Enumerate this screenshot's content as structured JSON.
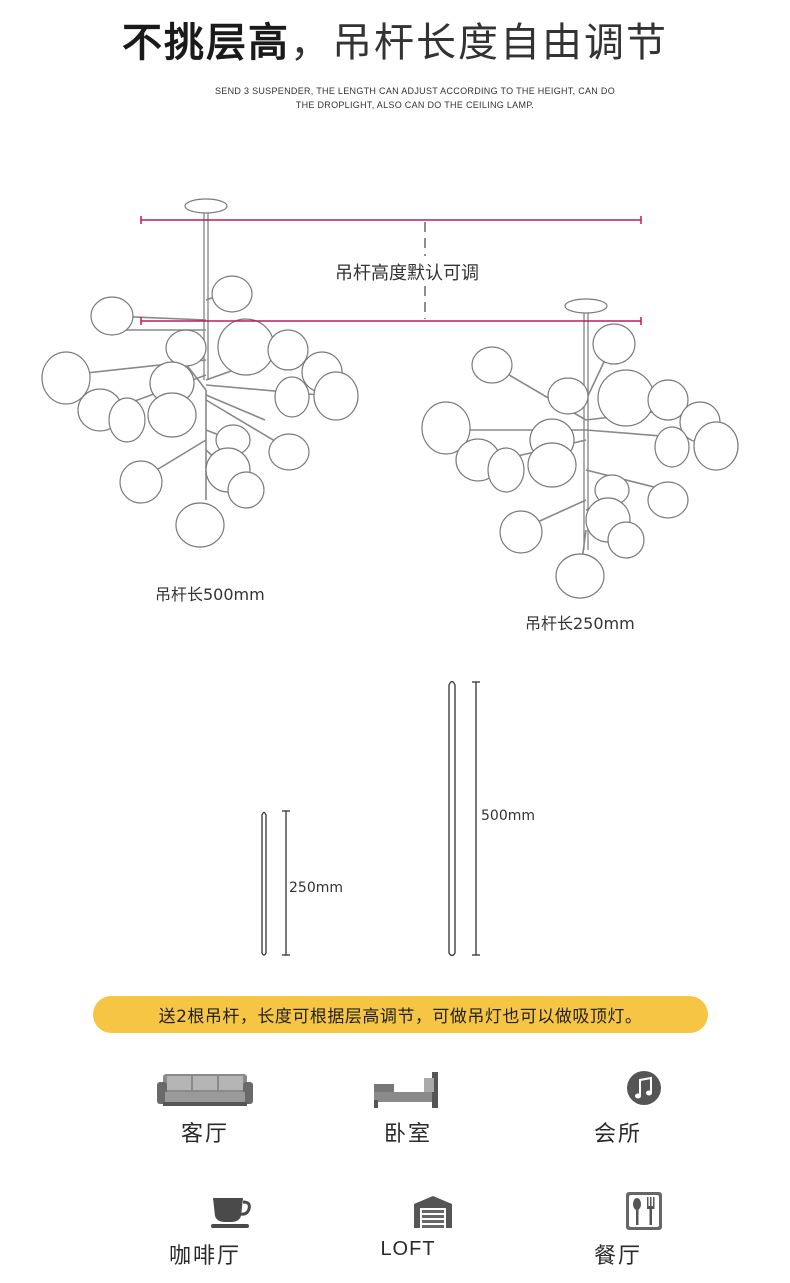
{
  "header": {
    "title_bold": "不挑层高",
    "title_sep": "，",
    "title_light": "吊杆长度自由调节",
    "subtitle_line1": "SEND 3 SUSPENDER, THE LENGTH CAN ADJUST ACCORDING TO THE HEIGHT, CAN DO",
    "subtitle_line2": "THE DROPLIGHT, ALSO CAN DO THE CEILING LAMP."
  },
  "diagram": {
    "height_note": "吊杆高度默认可调",
    "lamp_left_label": "吊杆长500mm",
    "lamp_right_label": "吊杆长250mm",
    "rod_short_label": "250mm",
    "rod_long_label": "500mm",
    "marker_color": "#c2185b"
  },
  "banner": {
    "text": "送2根吊杆，长度可根据层高调节，可做吊灯也可以做吸顶灯。",
    "color": "#f7c544"
  },
  "rooms": [
    {
      "label": "客厅",
      "icon": "sofa-icon"
    },
    {
      "label": "卧室",
      "icon": "bed-icon"
    },
    {
      "label": "会所",
      "icon": "music-note-icon"
    },
    {
      "label": "咖啡厅",
      "icon": "coffee-cup-icon"
    },
    {
      "label": "LOFT",
      "icon": "warehouse-icon"
    },
    {
      "label": "餐厅",
      "icon": "cutlery-icon"
    }
  ]
}
